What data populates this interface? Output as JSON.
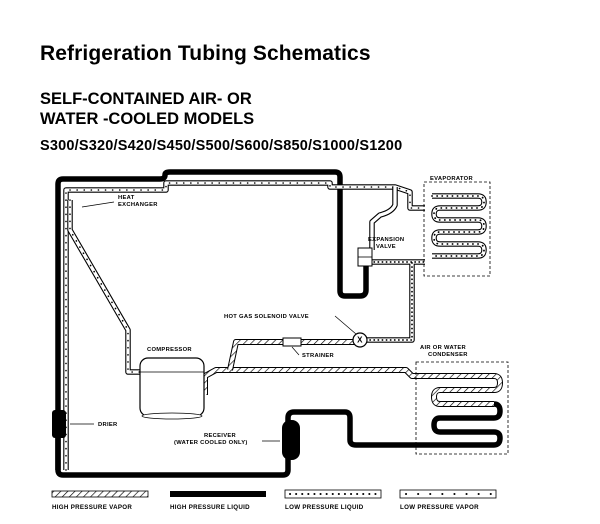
{
  "header": {
    "title": "Refrigeration Tubing Schematics",
    "subtitle_line1": "SELF-CONTAINED AIR- OR",
    "subtitle_line2": "WATER -COOLED MODELS",
    "models": "S300/S320/S420/S450/S500/S600/S850/S1000/S1200"
  },
  "labels": {
    "evaporator": "EVAPORATOR",
    "heat_exchanger_1": "HEAT",
    "heat_exchanger_2": "EXCHANGER",
    "expansion_valve_1": "EXPANSION",
    "expansion_valve_2": "VALVE",
    "hot_gas_solenoid_valve": "HOT GAS SOLENOID VALVE",
    "strainer": "STRAINER",
    "compressor": "COMPRESSOR",
    "condenser_1": "AIR OR WATER",
    "condenser_2": "CONDENSER",
    "drier": "DRIER",
    "receiver_1": "RECEIVER",
    "receiver_2": "(WATER COOLED ONLY)",
    "valve_symbol": "X"
  },
  "legend": [
    {
      "label": "HIGH PRESSURE VAPOR",
      "style": "hatched"
    },
    {
      "label": "HIGH PRESSURE LIQUID",
      "style": "solid"
    },
    {
      "label": "LOW PRESSURE LIQUID",
      "style": "dense-dots"
    },
    {
      "label": "LOW PRESSURE VAPOR",
      "style": "sparse-dots"
    }
  ],
  "colors": {
    "line": "#000000",
    "background": "#ffffff"
  }
}
